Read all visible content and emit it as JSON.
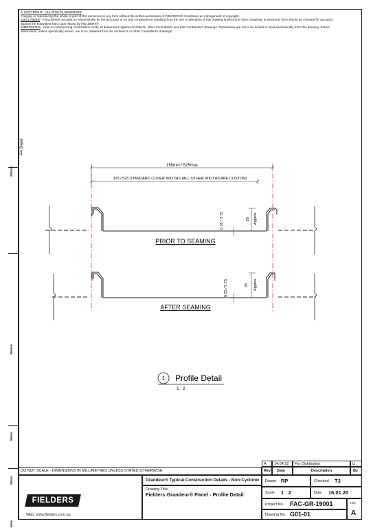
{
  "notes": {
    "copyright_heading": "© COPYRIGHT - ALL RIGHTS RESERVED",
    "copyright_text": "Copying or reproducing the whole or part of this document in any form without the written permission of FIELDERS® constitutes an infringement of copyright.",
    "disclaimer_heading": "DISCLAIMER",
    "disclaimer_text": " - FIELDERS® accepts no responsibility for the accuracy or for any consequence resulting from the use or alteration of this drawing in electronic form. Drawings in electronic form should be checked for accuracy against the equivalent hard copy issued by FIELDERS®.",
    "dimensions_heading": "DIMENSIONS",
    "dimensions_text": " - Prior to commencing construction verify all dimensions against Architect's, other Consultant's and Sub-Contractor's drawings. Dimensions are not to be scaled or read electronically from this drawing. Setout dimensions, unless specifically shown, are to be obtained from the Architect's or other Consultant's drawings."
  },
  "ruler": {
    "sheet_label": "A4 Sheet",
    "marks": [
      "200mm",
      "150mm",
      "50mm",
      "25mm",
      "0mm"
    ]
  },
  "drawing": {
    "dim_top": "150min / 525max",
    "dim_cover": "325 / 525 STANDARD COVER WIDTHS (ALL OTHER WIDTHS ARE CUSTOM)",
    "thickness_1": "0.55 / 0.75",
    "rib_height_1": "26",
    "approx_1": "Approx.",
    "label_prior": "PRIOR TO SEAMING",
    "thickness_2": "0.55 / 0.75",
    "rib_height_2": "26",
    "approx_2": "Approx.",
    "label_after": "AFTER SEAMING",
    "detail_number": "1",
    "detail_title": "Profile Detail",
    "detail_scale": "1 : 2"
  },
  "title_block": {
    "scale_note": "DO NOT SCALE - DIMENSIONS IN MILLIMETRES UNLESS STATED OTHERWISE",
    "logo_text": "FIELDERS",
    "website": "Web: www.fielders.com.au",
    "project_title": "Grandeur® Typical Construction Details - Non-Cyclonic",
    "drawing_title_label": "Drawing Title:",
    "drawing_title": "Fielders Grandeur® Panel - Profile Detail",
    "revision": {
      "rev": "A",
      "date": "14.04.22",
      "description": "For Distribution",
      "by": "LI"
    },
    "headers": {
      "rev": "Rev",
      "date": "Date",
      "description": "Description",
      "by": "By"
    },
    "drawn_label": "Drawn",
    "drawn_value": "RP",
    "checked_label": "Checked",
    "checked_value": "TJ",
    "scale_label": "Scale",
    "scale_value": "1 : 2",
    "date_label": "Date",
    "date_value": "16.01.20",
    "project_no_label": "Project No.",
    "project_no_value": "FAC-GR-19001",
    "rev_label": "rev",
    "drawing_no_label": "Drawing No.",
    "drawing_no_value": "G01-01",
    "rev_value": "A"
  }
}
